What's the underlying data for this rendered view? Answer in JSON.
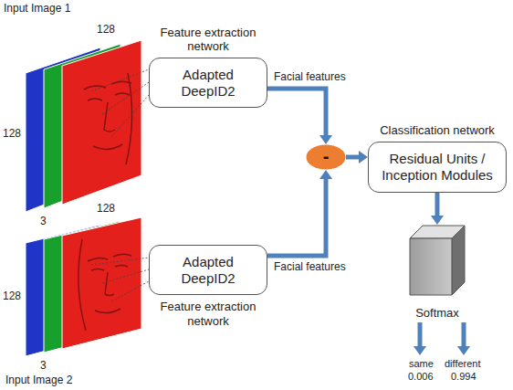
{
  "diagram": {
    "nodes": [
      {
        "text": [
          "Feature extraction network",
          "Adapted DeepID2"
        ]
      },
      {
        "text": [
          "Adapted DeepID2",
          "Feature extraction network"
        ]
      },
      {
        "text": [
          "-"
        ]
      },
      {
        "text": [
          "Classification network",
          "Residual Units / Inception Modules"
        ]
      },
      {
        "text": [
          "Softmax"
        ]
      }
    ],
    "edges": [
      {
        "from": 0,
        "to": 2,
        "label": "Facial features",
        "arrow": "to"
      },
      {
        "from": 1,
        "to": 2,
        "label": "Facial features",
        "arrow": "to"
      },
      {
        "from": 2,
        "to": 3,
        "arrow": "to"
      },
      {
        "from": 3,
        "to": 4,
        "arrow": "to"
      }
    ],
    "labels": [
      "Input Image 1",
      "128",
      "128",
      "3",
      "Input Image 2",
      "128",
      "128",
      "3",
      "same",
      "0.006",
      "different",
      "0.994"
    ]
  }
}
